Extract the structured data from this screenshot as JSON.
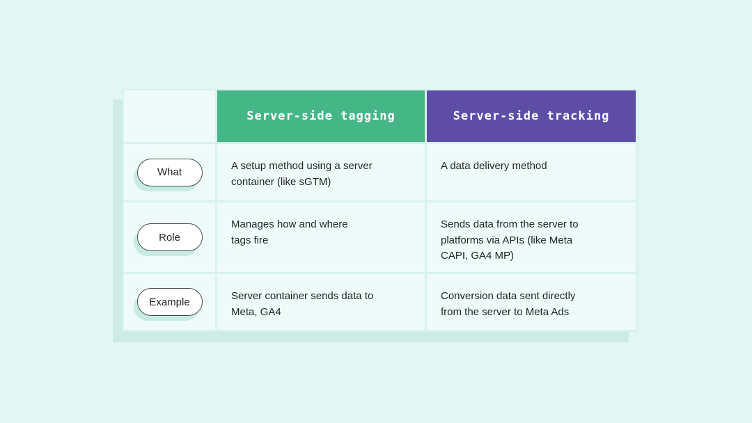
{
  "page": {
    "background_color": "#e2f7f3",
    "table_shadow_color": "#cdebe5",
    "cell_background_color": "#eefbf8",
    "grid_line_color": "#d9f2ee",
    "pill_shadow_color": "#c8ebe3"
  },
  "table": {
    "columns": [
      {
        "key": "tagging",
        "label": "Server-side tagging",
        "header_color": "#45b686"
      },
      {
        "key": "tracking",
        "label": "Server-side tracking",
        "header_color": "#5e4da6"
      }
    ],
    "rows": [
      {
        "label": "What",
        "tagging": "A setup method using a server\ncontainer (like sGTM)",
        "tracking": "A data delivery method"
      },
      {
        "label": "Role",
        "tagging": "Manages how and where\ntags fire",
        "tracking": "Sends data from the server to\nplatforms via APIs (like Meta\nCAPI, GA4 MP)"
      },
      {
        "label": "Example",
        "tagging": "Server container sends data to\nMeta, GA4",
        "tracking": "Conversion data sent directly\nfrom the server to Meta Ads"
      }
    ]
  }
}
